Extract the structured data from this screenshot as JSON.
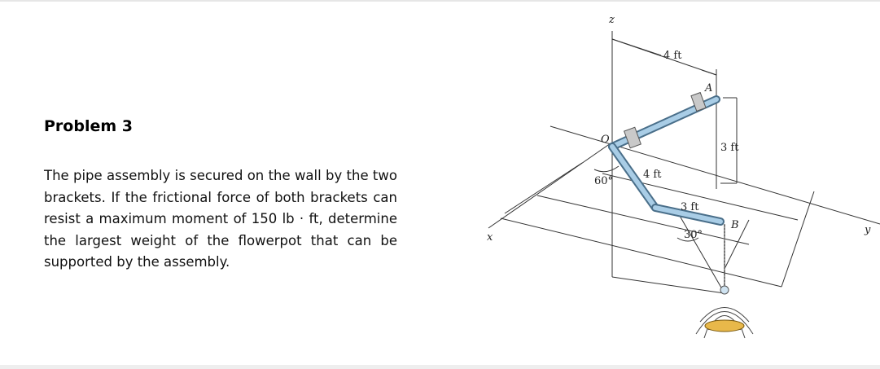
{
  "problem": {
    "title": "Problem 3",
    "statement": "The pipe assembly is secured on the wall by the two brackets. If the frictional force of both brackets can resist a maximum moment of 150 lb · ft, determine the largest weight of the flowerpot that can be supported by the assembly."
  },
  "figure": {
    "axis_z": "z",
    "axis_x": "x",
    "axis_y": "y",
    "point_o": "O",
    "point_a": "A",
    "point_b": "B",
    "dim_top": "4 ft",
    "dim_right": "3 ft",
    "dim_diag": "4 ft",
    "dim_short": "3 ft",
    "angle_60": "60°",
    "angle_30": "30°"
  }
}
